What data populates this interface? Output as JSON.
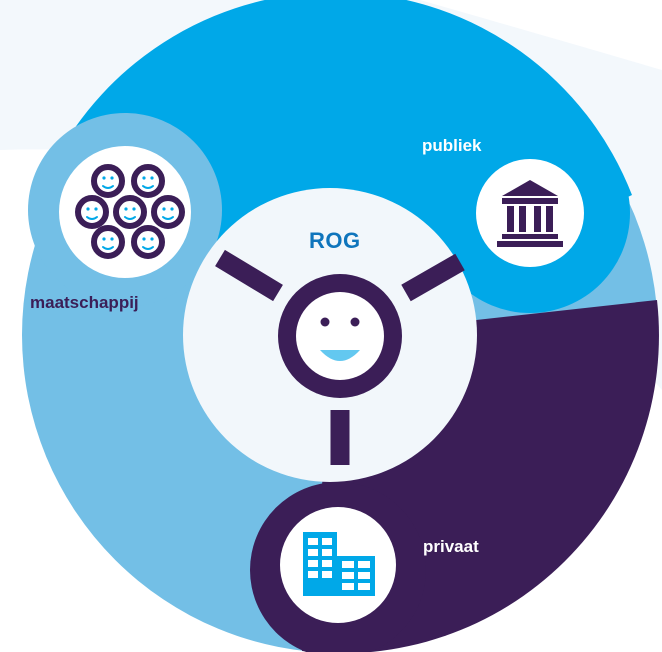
{
  "diagram": {
    "center_label": "ROG",
    "segments": {
      "publiek": {
        "label": "publiek",
        "icon": "government-building-icon"
      },
      "maatschappij": {
        "label": "maatschappij",
        "icon": "people-group-icon"
      },
      "privaat": {
        "label": "privaat",
        "icon": "office-building-icon"
      }
    },
    "center_icon": "person-face-icon"
  },
  "colors": {
    "publiek_blue": "#00a8e8",
    "maatschappij_light_blue": "#73bfe6",
    "privaat_purple": "#3b1e57",
    "center_white": "#f2f7fb",
    "title_blue": "#0f75bc",
    "face_blue": "#63c8f0"
  }
}
